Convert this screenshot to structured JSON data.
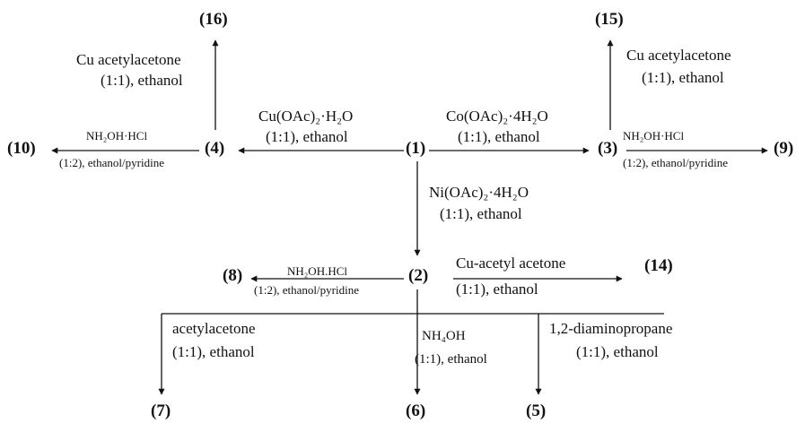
{
  "compounds": {
    "c1": "(1)",
    "c2": "(2)",
    "c3": "(3)",
    "c4": "(4)",
    "c5": "(5)",
    "c6": "(6)",
    "c7": "(7)",
    "c8": "(8)",
    "c9": "(9)",
    "c10": "(10)",
    "c14": "(14)",
    "c15": "(15)",
    "c16": "(16)"
  },
  "reactions": {
    "to16": {
      "reagent": "Cu acetylacetone",
      "conditions": "(1:1), ethanol"
    },
    "to15": {
      "reagent": "Cu acetylacetone",
      "conditions": "(1:1), ethanol"
    },
    "to4": {
      "reagent": "Cu(OAc)₂·H₂O",
      "conditions": "(1:1), ethanol"
    },
    "to3": {
      "reagent": "Co(OAc)₂·4H₂O",
      "conditions": "(1:1), ethanol"
    },
    "to10": {
      "reagent": "NH₂OH·HCl",
      "conditions": "(1:2), ethanol/pyridine"
    },
    "to9": {
      "reagent": "NH₂OH·HCl",
      "conditions": "(1:2), ethanol/pyridine"
    },
    "to2": {
      "reagent": "Ni(OAc)₂·4H₂O",
      "conditions": "(1:1), ethanol"
    },
    "to8": {
      "reagent": "NH₂OH.HCl",
      "conditions": "(1:2), ethanol/pyridine"
    },
    "to14": {
      "reagent": "Cu-acetyl acetone",
      "conditions": "(1:1), ethanol"
    },
    "to7": {
      "reagent": "acetylacetone",
      "conditions": "(1:1), ethanol"
    },
    "to6": {
      "reagent": "NH₄OH",
      "conditions": "(1:1), ethanol"
    },
    "to5": {
      "reagent": "1,2-diaminopropane",
      "conditions": "(1:1), ethanol"
    }
  }
}
